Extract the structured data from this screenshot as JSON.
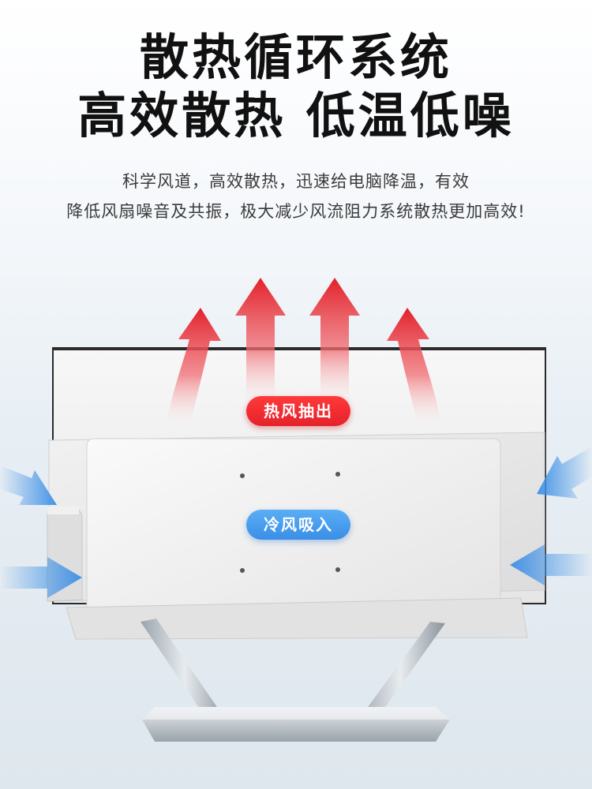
{
  "headline": {
    "line1": "散热循环系统",
    "line2": "高效散热 低温低噪"
  },
  "description": {
    "line1": "科学风道，高效散热，迅速给电脑降温，有效",
    "line2": "降低风扇噪音及共振，极大减少风流阻力系统散热更加高效!"
  },
  "labels": {
    "hot_air": "热风抽出",
    "cold_air": "冷风吸入"
  },
  "colors": {
    "hot": "#e5212b",
    "cold": "#3a8ee6"
  }
}
